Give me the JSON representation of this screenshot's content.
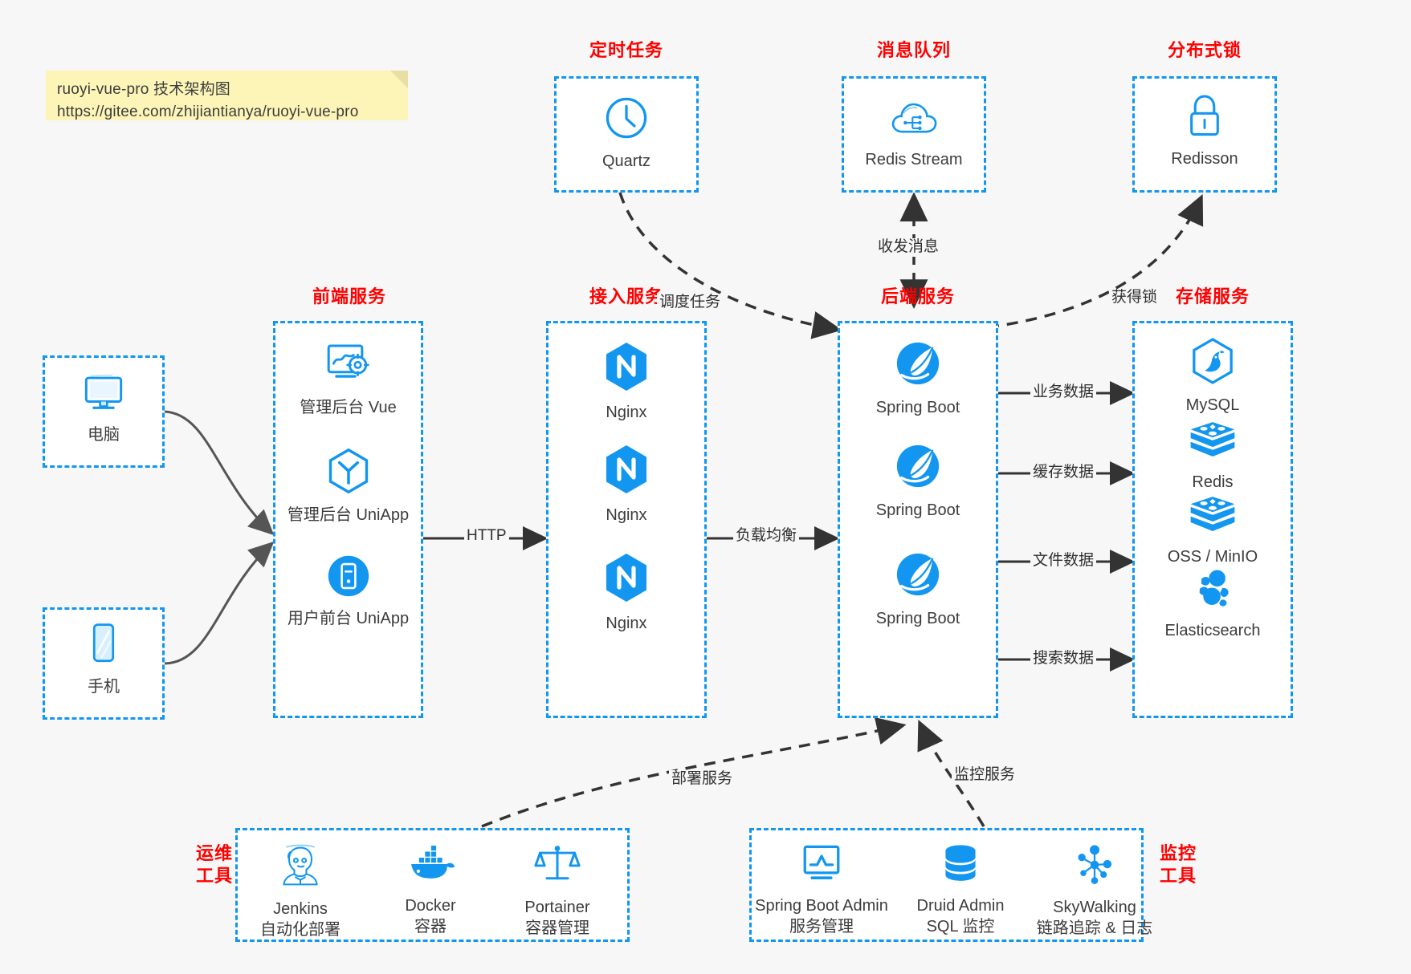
{
  "note": {
    "line1": "ruoyi-vue-pro 技术架构图",
    "line2": "https://gitee.com/zhijiantianya/ruoyi-vue-pro"
  },
  "colors": {
    "accent_blue": "#1296f0",
    "title_red": "#ff0000",
    "text_gray": "#3c3c3c",
    "arrow_dark": "#333333",
    "note_yellow": "#fdf5b8",
    "canvas": "#f7f7f7"
  },
  "groups": {
    "scheduled_task": {
      "title": "定时任务"
    },
    "message_queue": {
      "title": "消息队列"
    },
    "distributed_lock": {
      "title": "分布式锁"
    },
    "frontend": {
      "title": "前端服务"
    },
    "access": {
      "title": "接入服务"
    },
    "backend": {
      "title": "后端服务"
    },
    "storage": {
      "title": "存储服务"
    },
    "devops": {
      "title_line1": "运维",
      "title_line2": "工具"
    },
    "monitor": {
      "title_line1": "监控",
      "title_line2": "工具"
    }
  },
  "clients": [
    {
      "label": "电脑",
      "icon": "desktop-monitor-icon"
    },
    {
      "label": "手机",
      "icon": "mobile-phone-icon"
    }
  ],
  "scheduled_task_nodes": [
    {
      "label": "Quartz",
      "icon": "clock-icon"
    }
  ],
  "message_queue_nodes": [
    {
      "label": "Redis Stream",
      "icon": "cloud-stream-icon"
    }
  ],
  "distributed_lock_nodes": [
    {
      "label": "Redisson",
      "icon": "padlock-icon"
    }
  ],
  "frontend_nodes": [
    {
      "label": "管理后台 Vue",
      "icon": "monitor-gear-icon"
    },
    {
      "label": "管理后台 UniApp",
      "icon": "hexagon-y-icon"
    },
    {
      "label": "用户前台 UniApp",
      "icon": "phone-circle-icon"
    }
  ],
  "access_nodes": [
    {
      "label": "Nginx",
      "icon": "nginx-icon"
    },
    {
      "label": "Nginx",
      "icon": "nginx-icon"
    },
    {
      "label": "Nginx",
      "icon": "nginx-icon"
    }
  ],
  "backend_nodes": [
    {
      "label": "Spring Boot",
      "icon": "spring-boot-icon"
    },
    {
      "label": "Spring Boot",
      "icon": "spring-boot-icon"
    },
    {
      "label": "Spring Boot",
      "icon": "spring-boot-icon"
    }
  ],
  "storage_nodes": [
    {
      "label": "MySQL",
      "icon": "mysql-dolphin-icon"
    },
    {
      "label": "Redis",
      "icon": "redis-stack-icon"
    },
    {
      "label": "OSS / MinIO",
      "icon": "oss-stack-icon"
    },
    {
      "label": "Elasticsearch",
      "icon": "elasticsearch-icon"
    }
  ],
  "devops_nodes": [
    {
      "label": "Jenkins",
      "sub": "自动化部署",
      "icon": "jenkins-butler-icon"
    },
    {
      "label": "Docker",
      "sub": "容器",
      "icon": "docker-whale-icon"
    },
    {
      "label": "Portainer",
      "sub": "容器管理",
      "icon": "scales-icon"
    }
  ],
  "monitor_nodes": [
    {
      "label": "Spring Boot Admin",
      "sub": "服务管理",
      "icon": "monitor-chart-icon"
    },
    {
      "label": "Druid Admin",
      "sub": "SQL 监控",
      "icon": "database-icon"
    },
    {
      "label": "SkyWalking",
      "sub": "链路追踪 & 日志",
      "icon": "skywalking-node-icon"
    }
  ],
  "edge_labels": {
    "http": "HTTP",
    "load_balance": "负载均衡",
    "schedule_task": "调度任务",
    "send_receive_message": "收发消息",
    "acquire_lock": "获得锁",
    "business_data": "业务数据",
    "cache_data": "缓存数据",
    "file_data": "文件数据",
    "search_data": "搜索数据",
    "deploy_service": "部署服务",
    "monitor_service": "监控服务"
  }
}
